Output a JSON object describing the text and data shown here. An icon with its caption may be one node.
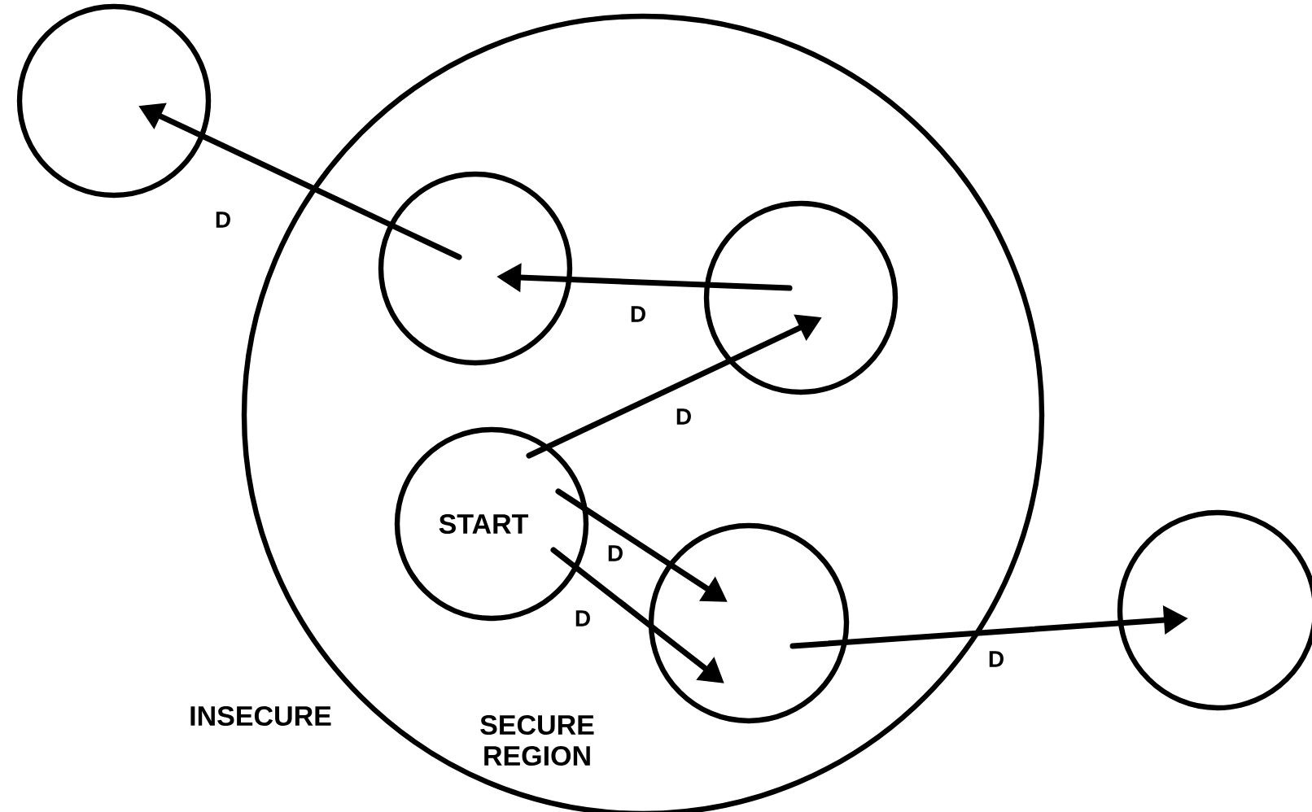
{
  "diagram": {
    "nodes": [
      {
        "text": [
          "SECURE REGION"
        ]
      },
      {
        "text": [],
        "shape": "circle"
      },
      {
        "text": [],
        "shape": "circle",
        "in": 0
      },
      {
        "text": [],
        "shape": "circle",
        "in": 0
      },
      {
        "text": [
          "START"
        ],
        "in": 0
      },
      {
        "text": [],
        "shape": "circle",
        "in": 0
      },
      {
        "text": [],
        "shape": "circle"
      }
    ],
    "edges": [
      {
        "from": 2,
        "to": 1,
        "arrow": "to",
        "label": "D"
      },
      {
        "from": 3,
        "to": 2,
        "arrow": "to",
        "label": "D"
      },
      {
        "from": 4,
        "to": 3,
        "arrow": "to",
        "label": "D"
      },
      {
        "from": 4,
        "to": 5,
        "arrow": "to",
        "label": "D"
      },
      {
        "from": 4,
        "to": 5,
        "arrow": "to",
        "label": "D"
      },
      {
        "from": 5,
        "to": 6,
        "arrow": "to",
        "label": "D"
      }
    ],
    "labels": [
      "INSECURE"
    ]
  }
}
